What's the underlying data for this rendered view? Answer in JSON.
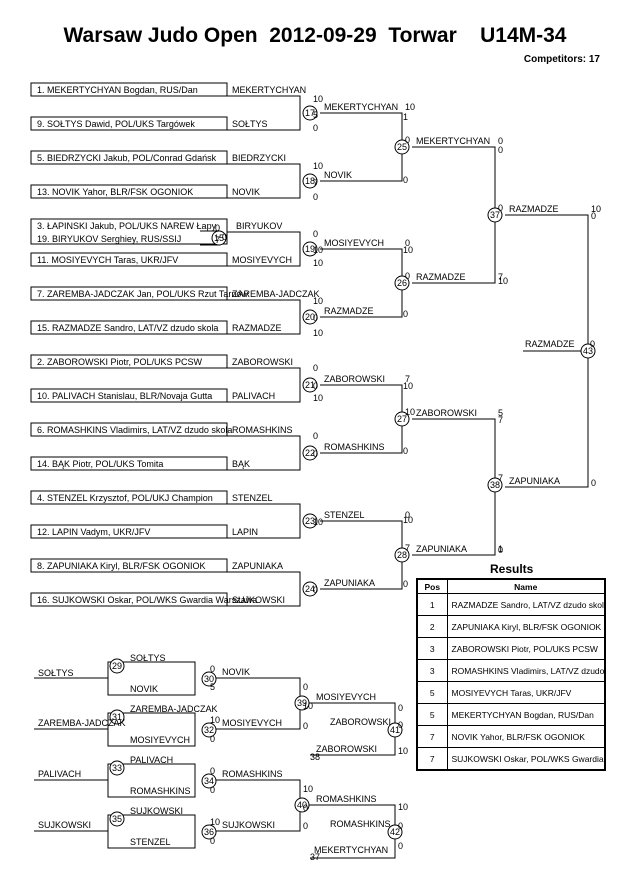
{
  "header": {
    "title": "Warsaw Judo Open  2012-09-29  Torwar    U14M-34",
    "competitors": "Competitors: 17"
  },
  "entries": [
    "1. MEKERTYCHYAN Bogdan, RUS/Dan",
    "9. SOŁTYS Dawid, POL/UKS Targówek",
    "5. BIEDRZYCKI Jakub, POL/Conrad Gdańsk",
    "13. NOVIK Yahor, BLR/FSK OGONIOK",
    "3. ŁAPINSKI Jakub, POL/UKS NAREW Łapy",
    "19. BIRYUKOV Serghiey, RUS/SSIJ",
    "11. MOSIYEVYCH Taras, UKR/JFV",
    "7. ZAREMBA-JADCZAK Jan, POL/UKS Rzut Tarnów",
    "15. RAZMADZE Sandro, LAT/VZ dzudo skola",
    "2. ZABOROWSKI Piotr, POL/UKS PCSW",
    "10. PALIVACH Stanislau, BLR/Novaja Gutta",
    "6. ROMASHKINS Vladimirs, LAT/VZ dzudo skola",
    "14. BĄK Piotr, POL/UKS Tomita",
    "4. STENZEL Krzysztof, POL/UKJ Champion",
    "12. LAPIN Vadym, UKR/JFV",
    "8. ZAPUNIAKA Kiryl, BLR/FSK OGONIOK",
    "16. SUJKOWSKI Oskar, POL/WKS Gwardia Warszawa"
  ],
  "names": [
    "MEKERTYCHYAN",
    "SOŁTYS",
    "BIEDRZYCKI",
    "NOVIK",
    "BIRYUKOV",
    "MOSIYEVYCH",
    "ZAREMBA-JADCZAK",
    "RAZMADZE",
    "ZABOROWSKI",
    "PALIVACH",
    "ROMASHKINS",
    "BĄK",
    "STENZEL",
    "LAPIN",
    "ZAPUNIAKA",
    "SUJKOWSKI",
    "ZABOROWSKI",
    "MEKERTYCHYAN"
  ],
  "match_numbers": [
    "15",
    "17",
    "18",
    "19",
    "20",
    "21",
    "22",
    "23",
    "24",
    "25",
    "26",
    "27",
    "28",
    "37",
    "38",
    "43",
    "29",
    "30",
    "31",
    "32",
    "33",
    "34",
    "35",
    "36",
    "39",
    "40",
    "41",
    "42"
  ],
  "scores": [
    "10",
    "0",
    "10",
    "0",
    "0",
    "10",
    "10",
    "10",
    "0",
    "10",
    "0",
    "1",
    "0",
    "10",
    "0",
    "10",
    "0",
    "10",
    "0",
    "0",
    "10",
    "7",
    "0",
    "0",
    "0",
    "0",
    "5",
    "10",
    "0",
    "0",
    "0",
    "10",
    "0",
    "0",
    "0",
    "10",
    "0",
    "0",
    "10",
    "10",
    "0",
    "5",
    "7",
    "10",
    "0",
    "0",
    "0",
    "10",
    "0",
    "10",
    "0",
    "7",
    "0",
    "0",
    "5",
    "10",
    "0",
    "0",
    "10",
    "7",
    "7",
    "1",
    "0",
    "7",
    "0",
    "10",
    "0",
    "0",
    "0",
    "0",
    "0",
    "7",
    "7",
    "10",
    "0"
  ],
  "small_marks": [
    "38",
    "37"
  ],
  "results": {
    "title": "Results",
    "col_pos": "Pos",
    "col_name": "Name",
    "rows": [
      {
        "pos": "1",
        "name": "RAZMADZE Sandro, LAT/VZ dzudo skola"
      },
      {
        "pos": "2",
        "name": "ZAPUNIAKA Kiryl, BLR/FSK OGONIOK"
      },
      {
        "pos": "3",
        "name": "ZABOROWSKI Piotr, POL/UKS PCSW"
      },
      {
        "pos": "3",
        "name": "ROMASHKINS Vladimirs, LAT/VZ dzudo skola"
      },
      {
        "pos": "5",
        "name": "MOSIYEVYCH Taras, UKR/JFV"
      },
      {
        "pos": "5",
        "name": "MEKERTYCHYAN Bogdan, RUS/Dan"
      },
      {
        "pos": "7",
        "name": "NOVIK Yahor, BLR/FSK OGONIOK"
      },
      {
        "pos": "7",
        "name": "SUJKOWSKI Oskar, POL/WKS Gwardia Warszawa"
      }
    ]
  }
}
